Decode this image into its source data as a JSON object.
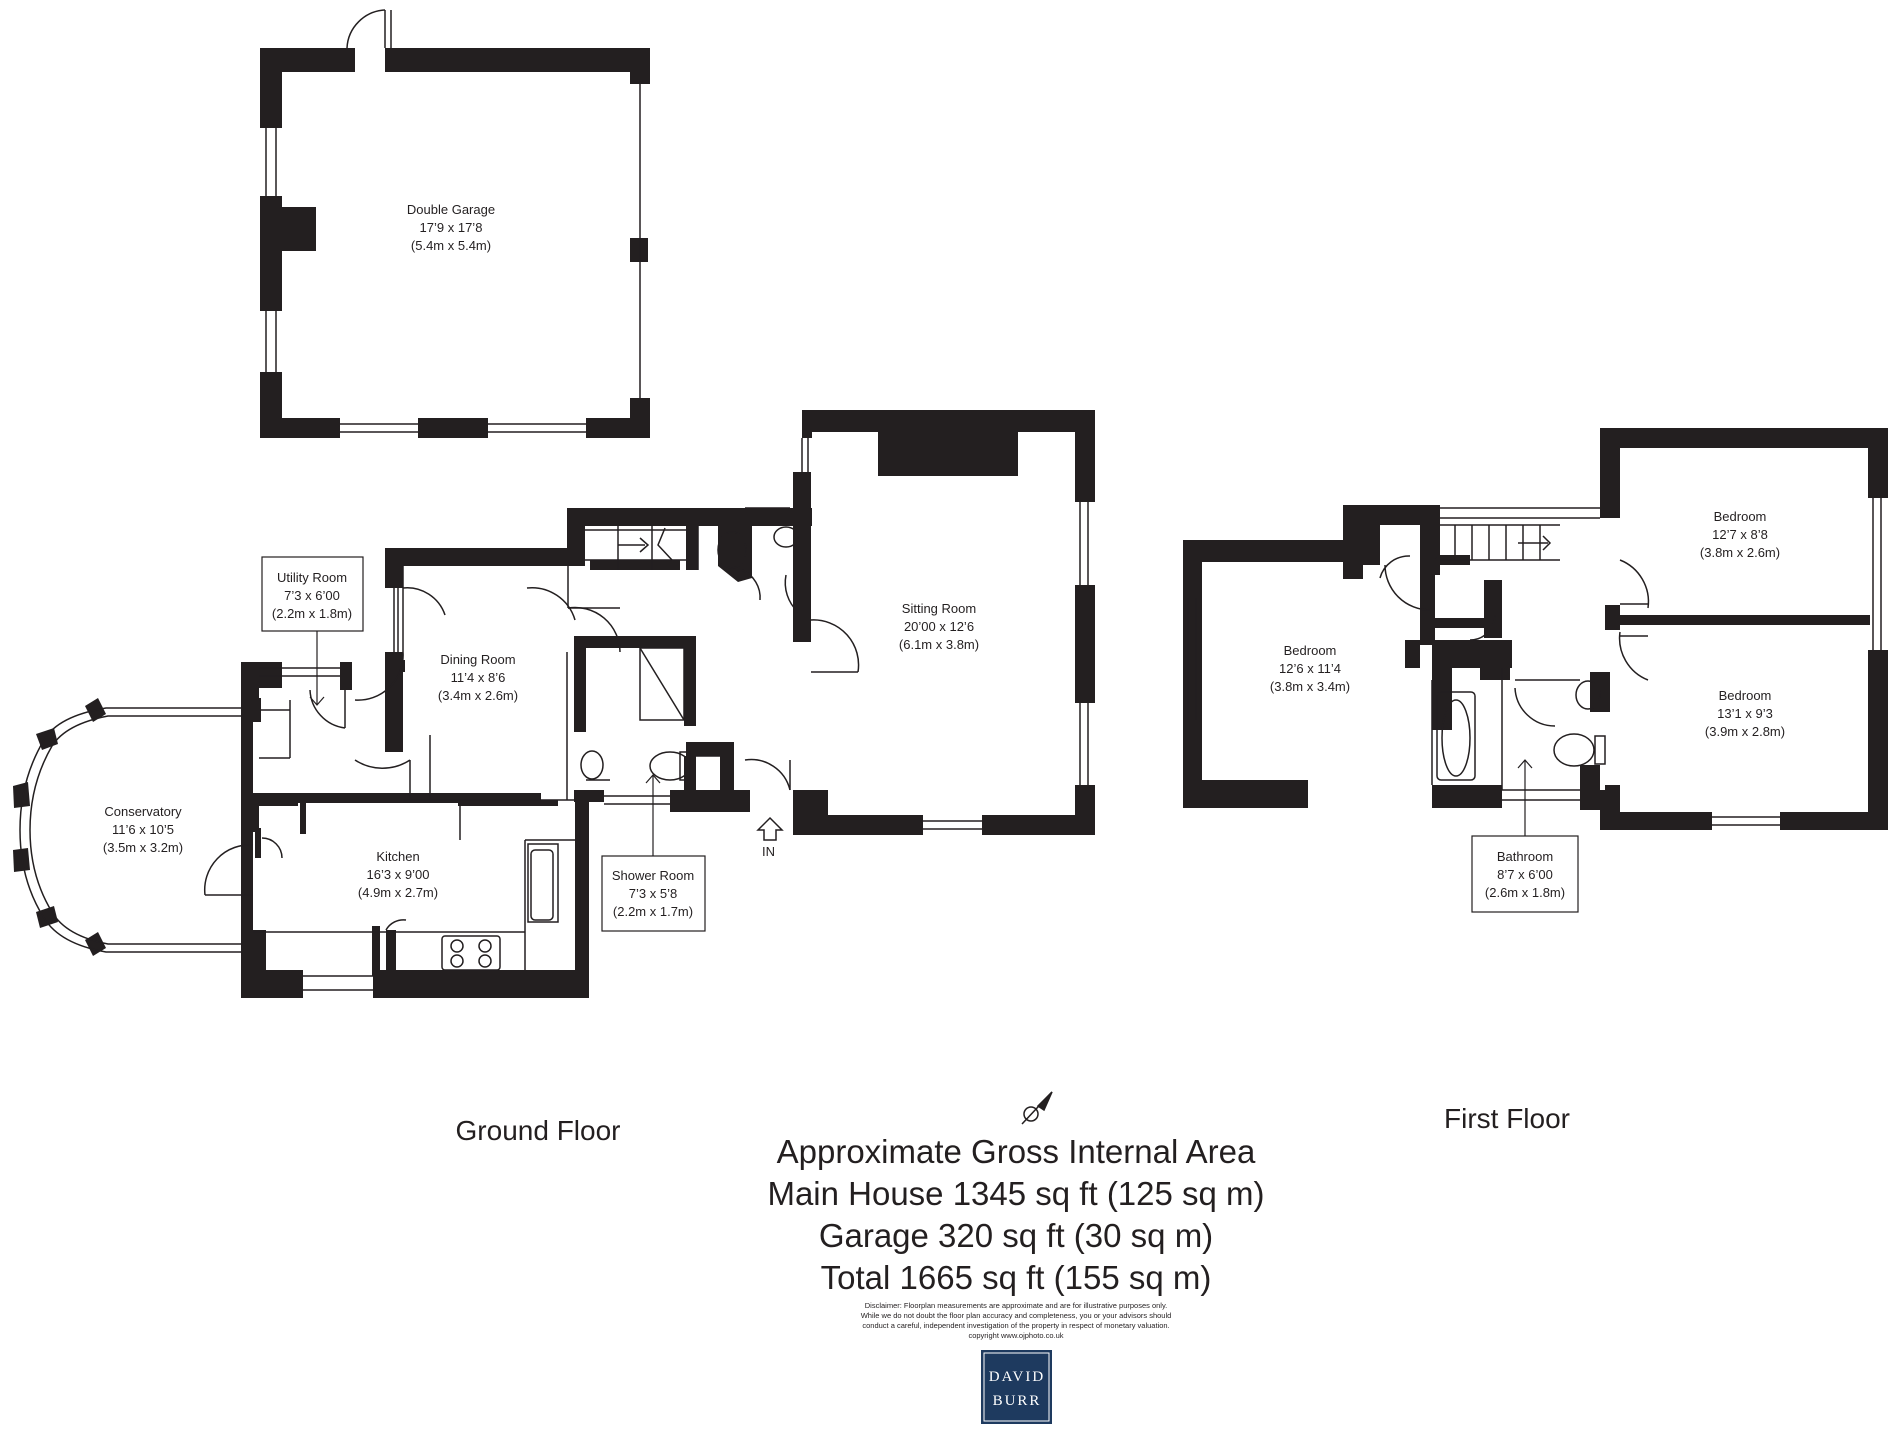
{
  "rooms": {
    "double_garage": {
      "name": "Double Garage",
      "imperial": "17’9 x 17’8",
      "metric": "(5.4m x 5.4m)"
    },
    "utility_room": {
      "name": "Utility Room",
      "imperial": "7’3 x 6’00",
      "metric": "(2.2m x 1.8m)"
    },
    "dining_room": {
      "name": "Dining Room",
      "imperial": "11’4 x 8’6",
      "metric": "(3.4m x 2.6m)"
    },
    "sitting_room": {
      "name": "Sitting Room",
      "imperial": "20’00 x 12’6",
      "metric": "(6.1m x 3.8m)"
    },
    "conservatory": {
      "name": "Conservatory",
      "imperial": "11’6 x 10’5",
      "metric": "(3.5m x 3.2m)"
    },
    "kitchen": {
      "name": "Kitchen",
      "imperial": "16’3 x 9’00",
      "metric": "(4.9m x 2.7m)"
    },
    "shower_room": {
      "name": "Shower Room",
      "imperial": "7’3 x 5’8",
      "metric": "(2.2m x 1.7m)"
    },
    "bedroom_left": {
      "name": "Bedroom",
      "imperial": "12’6 x 11’4",
      "metric": "(3.8m x 3.4m)"
    },
    "bedroom_top_right": {
      "name": "Bedroom",
      "imperial": "12’7 x 8’8",
      "metric": "(3.8m x 2.6m)"
    },
    "bedroom_bottom_right": {
      "name": "Bedroom",
      "imperial": "13’1 x 9’3",
      "metric": "(3.9m x 2.8m)"
    },
    "bathroom": {
      "name": "Bathroom",
      "imperial": "8’7 x 6’00",
      "metric": "(2.6m x 1.8m)"
    }
  },
  "entrance_label": "IN",
  "floors": {
    "ground": "Ground Floor",
    "first": "First Floor"
  },
  "area_summary": {
    "title": "Approximate Gross Internal Area",
    "main_house": "Main House 1345 sq ft (125 sq m)",
    "garage": "Garage 320 sq ft (30 sq m)",
    "total": "Total 1665 sq ft (155 sq m)"
  },
  "disclaimer": [
    "Disclaimer: Floorplan measurements are approximate and are for illustrative purposes only.",
    "While we do not doubt the floor plan accuracy and completeness, you or your advisors should",
    "conduct a careful, independent investigation of the property in respect of monetary valuation.",
    "copyright www.ojphoto.co.uk"
  ],
  "logo": {
    "line1": "DAVID",
    "line2": "BURR",
    "color": "#1e3a5f"
  },
  "colors": {
    "wall": "#231f20",
    "window": "#231f20"
  },
  "icons": {
    "compass": "compass-icon",
    "entrance_arrow": "arrow-up-icon"
  }
}
